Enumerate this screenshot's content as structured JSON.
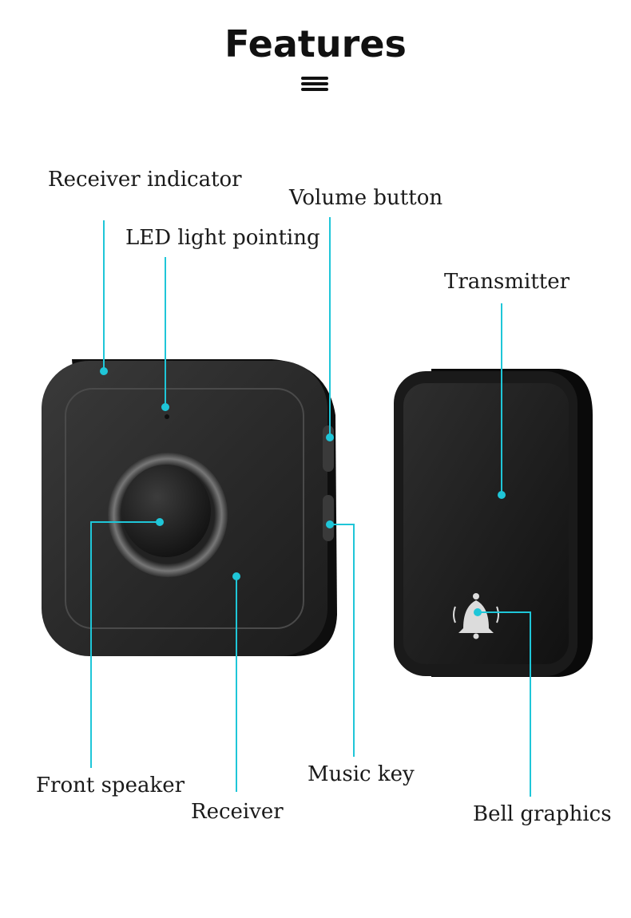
{
  "title": "Features",
  "labels": {
    "receiver_indicator": "Receiver indicator",
    "volume_button": "Volume button",
    "led_light": "LED light pointing",
    "transmitter": "Transmitter",
    "front_speaker": "Front speaker",
    "receiver": "Receiver",
    "music_key": "Music key",
    "bell_graphics": "Bell graphics"
  },
  "colors": {
    "callout_line": "#1fc6d8",
    "device_body": "#1c1c1c"
  },
  "icons": [
    "menu-icon",
    "bell-icon"
  ]
}
